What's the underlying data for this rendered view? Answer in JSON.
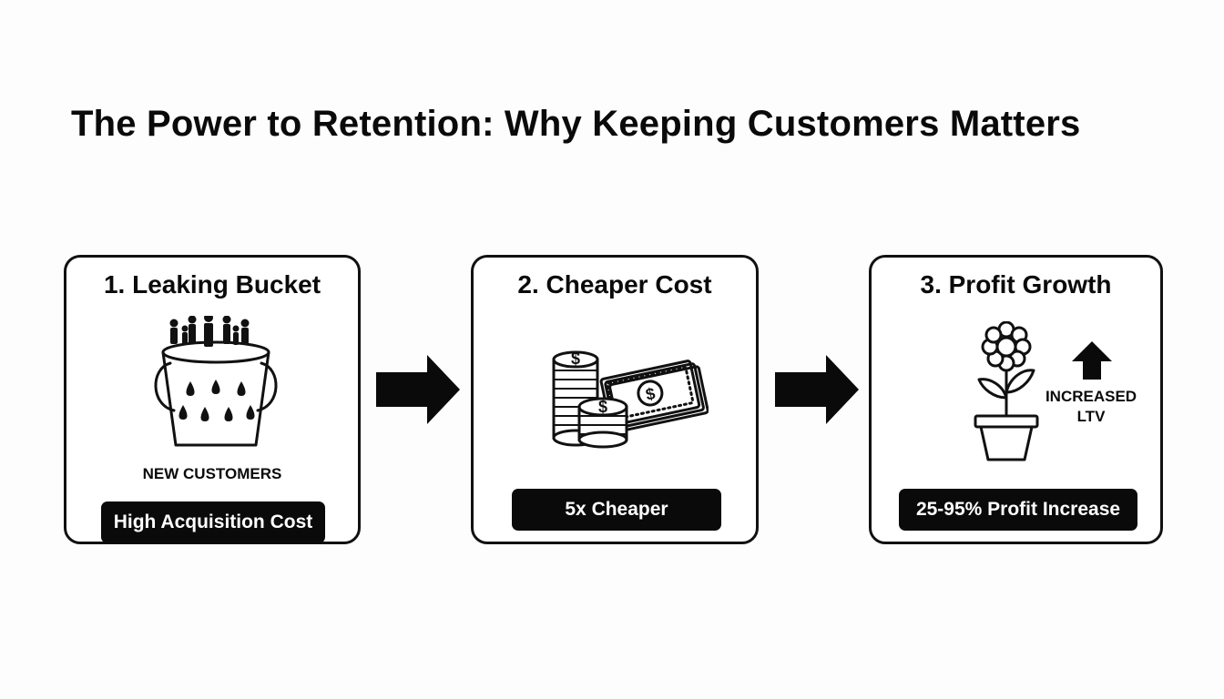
{
  "title": "The Power to Retention: Why Keeping Customers Matters",
  "steps": [
    {
      "heading": "1. Leaking Bucket",
      "icon": "leaking-bucket-with-people-icon",
      "caption": "NEW CUSTOMERS",
      "badge": "High Acquisition Cost"
    },
    {
      "heading": "2. Cheaper Cost",
      "icon": "coins-and-cash-icon",
      "badge": "5x Cheaper"
    },
    {
      "heading": "3. Profit Growth",
      "icon": "potted-flower-icon",
      "side_icon": "up-arrow-icon",
      "side_text_line1": "INCREASED",
      "side_text_line2": "LTV",
      "badge": "25-95% Profit Increase"
    }
  ],
  "connectors": [
    "right-arrow-icon",
    "right-arrow-icon"
  ]
}
